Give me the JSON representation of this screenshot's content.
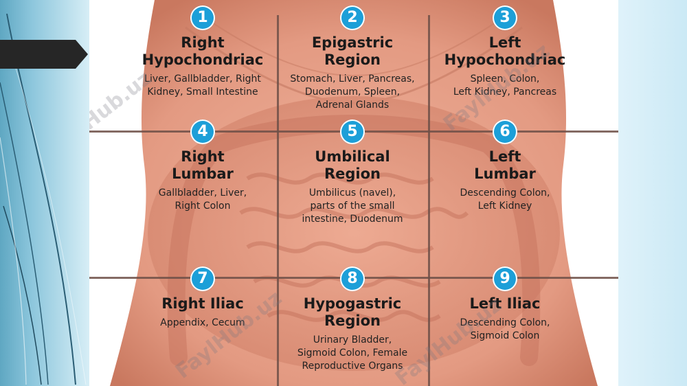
{
  "regions": [
    {
      "number": "1",
      "title": "Right\nHypochondriac",
      "organs": "Liver, Gallbladder, Right\nKidney, Small Intestine"
    },
    {
      "number": "2",
      "title": "Epigastric\nRegion",
      "organs": "Stomach, Liver, Pancreas,\nDuodenum, Spleen,\nAdrenal Glands"
    },
    {
      "number": "3",
      "title": "Left\nHypochondriac",
      "organs": "Spleen, Colon,\nLeft Kidney, Pancreas"
    },
    {
      "number": "4",
      "title": "Right\nLumbar",
      "organs": "Gallbladder, Liver,\nRight Colon"
    },
    {
      "number": "5",
      "title": "Umbilical\nRegion",
      "organs": "Umbilicus (navel),\nparts of the small\nintestine, Duodenum"
    },
    {
      "number": "6",
      "title": "Left\nLumbar",
      "organs": "Descending Colon,\nLeft Kidney"
    },
    {
      "number": "7",
      "title": "Right Iliac",
      "organs": "Appendix, Cecum"
    },
    {
      "number": "8",
      "title": "Hypogastric\nRegion",
      "organs": "Urinary Bladder,\nSigmoid Colon, Female\nReproductive Organs"
    },
    {
      "number": "9",
      "title": "Left Iliac",
      "organs": "Descending Colon,\nSigmoid Colon"
    }
  ],
  "watermark": "FaylHub.uz",
  "colors": {
    "badge": "#1c9fd8",
    "skin": "#e7a08a",
    "grid": "#6e5048",
    "left_band": "#5fa7c2"
  }
}
